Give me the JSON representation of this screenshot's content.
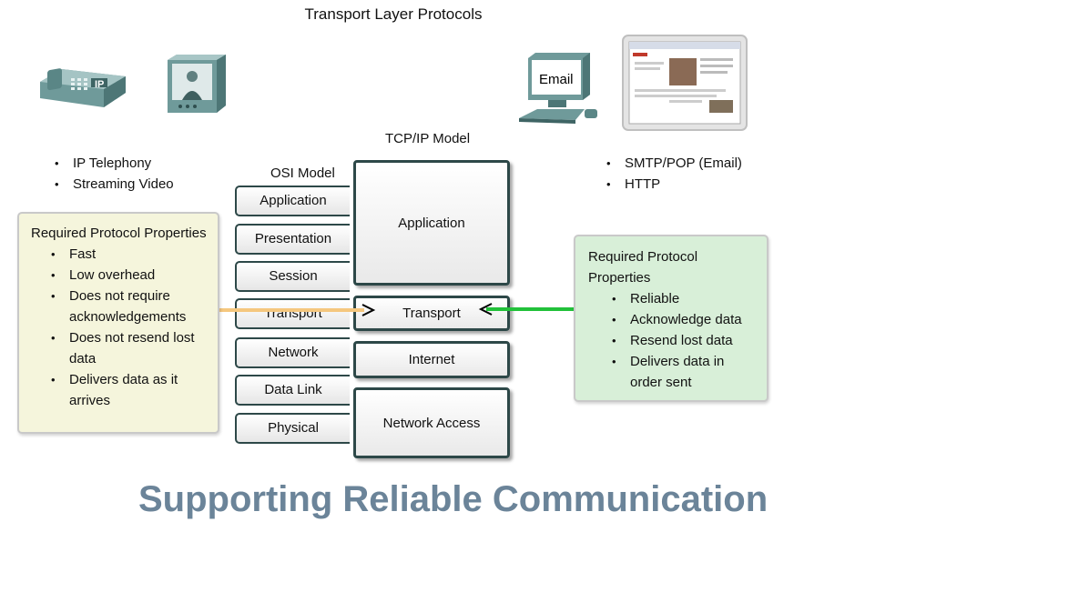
{
  "title": "Transport Layer Protocols",
  "tcpip_model_label": "TCP/IP Model",
  "osi_model_label": "OSI Model",
  "osi_layers": [
    "Application",
    "Presentation",
    "Session",
    "Transport",
    "Network",
    "Data Link",
    "Physical"
  ],
  "tcpip_layers": [
    "Application",
    "Transport",
    "Internet",
    "Network Access"
  ],
  "left_apps": [
    "IP Telephony",
    "Streaming Video"
  ],
  "right_apps": [
    "SMTP/POP (Email)",
    "HTTP"
  ],
  "phone_icon_text": "IP",
  "monitor_icon_text": "Email",
  "udp_panel": {
    "heading": "Required Protocol Properties",
    "items": [
      "Fast",
      "Low overhead",
      "Does not require acknowledgements",
      "Does not resend lost data",
      "Delivers data as it arrives"
    ]
  },
  "tcp_panel": {
    "heading": "Required Protocol Properties",
    "items": [
      "Reliable",
      "Acknowledge data",
      "Resend lost data",
      "Delivers data in order sent"
    ]
  },
  "footer_heading": "Supporting Reliable Communication",
  "colors": {
    "udp_arrow": "#f5c77e",
    "tcp_arrow": "#22c13a",
    "udp_panel_bg": "#f5f5dc",
    "tcp_panel_bg": "#d8efd8",
    "heading": "#6b8499",
    "layer_border": "#2d4848"
  },
  "icons": [
    "ip-phone-icon",
    "video-monitor-icon",
    "email-computer-icon",
    "web-browser-icon"
  ]
}
